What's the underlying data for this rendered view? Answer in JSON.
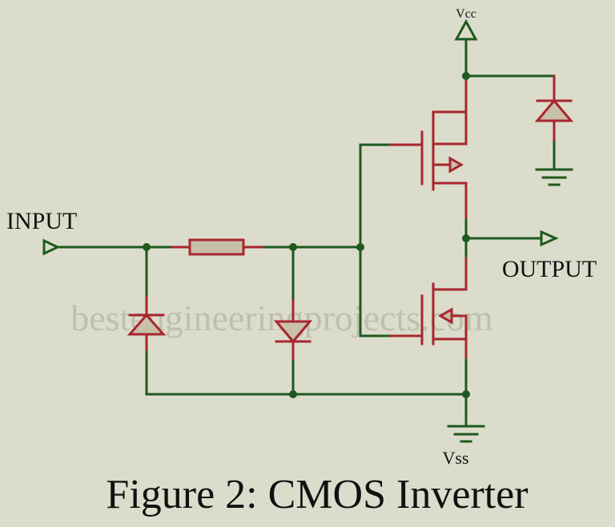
{
  "labels": {
    "vcc": "Vcc",
    "vss": "Vss",
    "input": "INPUT",
    "output": "OUTPUT"
  },
  "watermark": "bestengineeringprojects.com",
  "caption": "Figure 2: CMOS Inverter",
  "colors": {
    "background": "#dcdccc",
    "wire": "#1e5a1e",
    "component": "#a8262e",
    "component_fill": "#c8c0a8"
  }
}
